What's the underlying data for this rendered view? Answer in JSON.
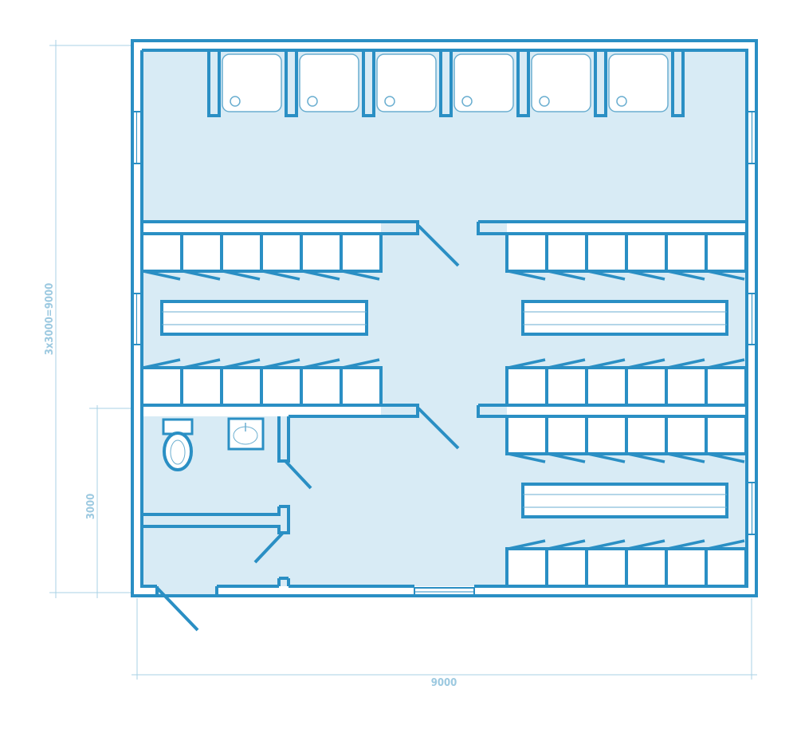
{
  "dimensions": {
    "total_height_label": "3x3000=9000",
    "section_height_label": "3000",
    "total_width_label": "9000"
  },
  "layout": {
    "shower_count": 6,
    "locker_rows": 6,
    "lockers_per_row": 6
  },
  "colors": {
    "wall": "#2a8fc4",
    "floor": "#d8ebf5",
    "fixture_line": "#6aaed0",
    "dimension": "#a9d2e6"
  }
}
